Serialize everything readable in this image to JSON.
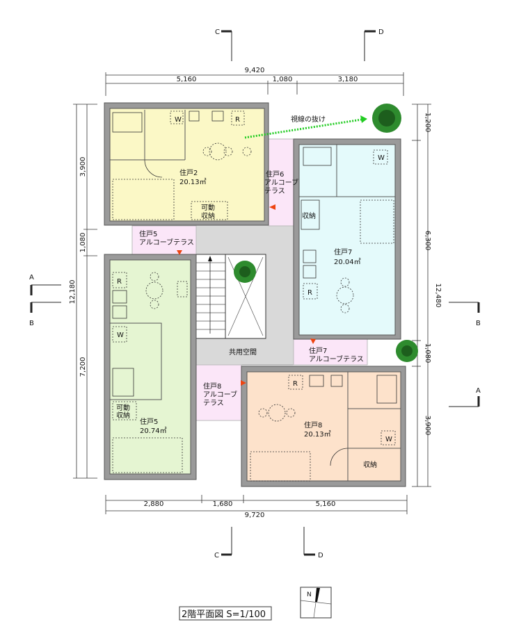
{
  "dimensions": {
    "top_total": "9,420",
    "top": [
      "5,160",
      "1,080",
      "3,180"
    ],
    "left_total": "12,180",
    "left": [
      "3,900",
      "1,080",
      "7,200"
    ],
    "right_total": "12,480",
    "right": [
      "1,200",
      "6,300",
      "1,080",
      "3,900"
    ],
    "bottom": [
      "2,880",
      "1,680",
      "5,160"
    ],
    "bottom_total": "9,720"
  },
  "section_marks": {
    "a": "A",
    "b": "B",
    "c": "C",
    "d": "D"
  },
  "units": [
    {
      "name": "住戸2",
      "area": "20.13㎡"
    },
    {
      "name": "住戸7",
      "area": "20.04㎡"
    },
    {
      "name": "住戸5",
      "area": "20.74㎡"
    },
    {
      "name": "住戸8",
      "area": "20.13㎡"
    }
  ],
  "alcoves": {
    "unit6": [
      "住戸6",
      "アルコーブ",
      "テラス"
    ],
    "unit5": [
      "住戸5",
      "アルコーブテラス"
    ],
    "unit7": [
      "住戸7",
      "アルコーブテラス"
    ],
    "unit8": [
      "住戸8",
      "アルコーブ",
      "テラス"
    ]
  },
  "labels": {
    "sightline": "視線の抜け",
    "common_space": "共用空間",
    "storage": "収納",
    "movable_storage": [
      "可動",
      "収納"
    ],
    "washer": "W",
    "fridge": "R"
  },
  "title": "2階平面図 S=1/100",
  "north": "N",
  "colors": {
    "unit2": "#fbf8c6",
    "unit7": "#e4fafb",
    "unit5": "#e5f5d2",
    "unit8": "#fde2cb",
    "alcove": "#fbe6f8",
    "common": "#d9d9d9",
    "sightline": "#22cc22",
    "door_arrow": "#ee4411"
  }
}
